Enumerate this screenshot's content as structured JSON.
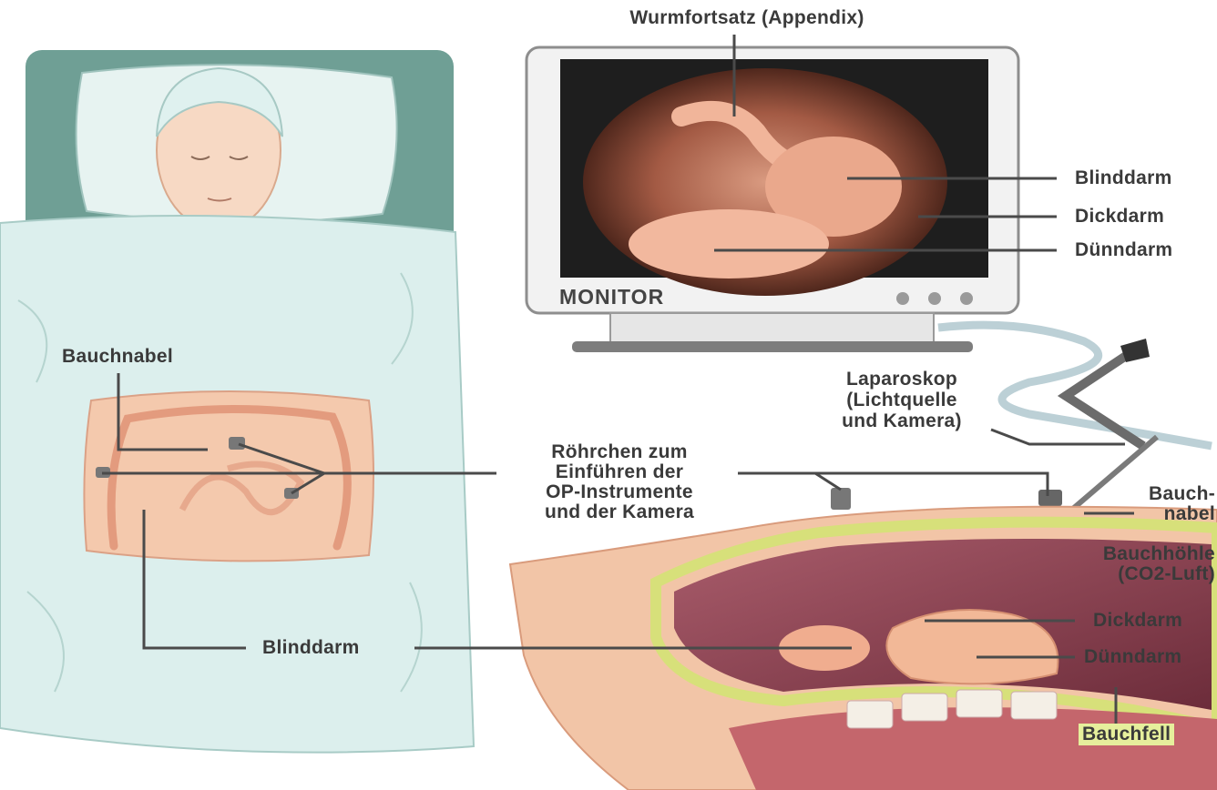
{
  "labels": {
    "appendix_title": "Wurmfortsatz (Appendix)",
    "monitor_blinddarm": "Blinddarm",
    "monitor_dickdarm": "Dickdarm",
    "monitor_duenndarm": "Dünndarm",
    "monitor_word": "MONITOR",
    "laparoskop_1": "Laparoskop",
    "laparoskop_2": "(Lichtquelle",
    "laparoskop_3": "und Kamera)",
    "bauchnabel": "Bauchnabel",
    "roehrchen_1": "Röhrchen zum",
    "roehrchen_2": "Einführen der",
    "roehrchen_3": "OP-Instrumente",
    "roehrchen_4": "und der Kamera",
    "bauchnabel_split_1": "Bauch-",
    "bauchnabel_split_2": "nabel",
    "bauchhoehle_1": "Bauchhöhle",
    "bauchhoehle_2": "(CO2-Luft)",
    "blinddarm_bottom": "Blinddarm",
    "dickdarm_side": "Dickdarm",
    "duenndarm_side": "Dünndarm",
    "bauchfell": "Bauchfell"
  },
  "colors": {
    "bed_teal": "#6f9f95",
    "sheet": "#dcefed",
    "skin": "#f4c9ad",
    "organ": "#f0b79a",
    "cavity": "#8a3f4f",
    "peritoneum": "#d7e07a"
  }
}
